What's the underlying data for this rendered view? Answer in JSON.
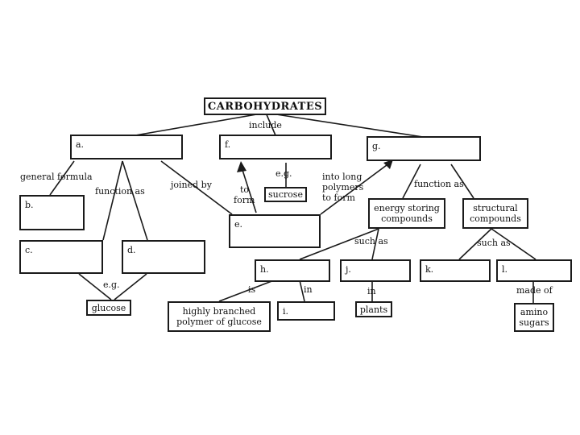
{
  "title": "CARBOHYDRATES",
  "connectors": {
    "include": "include",
    "general_formula": "general formula",
    "function_as_left": "function as",
    "joined_by": "joined by",
    "to_form_f": [
      "to",
      "form"
    ],
    "eg_f": "e.g.",
    "into_long_polymers": [
      "into long",
      "polymers",
      "to form"
    ],
    "function_as_right": "function as",
    "such_as_energy": "such as",
    "such_as_structural": "such as",
    "eg_glucose": "e.g.",
    "is": "is",
    "in_i": "in",
    "in_plants": "in",
    "made_of": "made of"
  },
  "blanks": {
    "a": "a.",
    "b": "b.",
    "c": "c.",
    "d": "d.",
    "e": "e.",
    "f": "f.",
    "g": "g.",
    "h": "h.",
    "i": "i.",
    "j": "j.",
    "k": "k.",
    "l": "l."
  },
  "filled": {
    "sucrose": "sucrose",
    "glucose": "glucose",
    "energy_storing": [
      "energy storing",
      "compounds"
    ],
    "structural": [
      "structural",
      "compounds"
    ],
    "highly_branched": [
      "highly branched",
      "polymer of glucose"
    ],
    "plants": "plants",
    "amino_sugars": [
      "amino",
      "sugars"
    ]
  }
}
